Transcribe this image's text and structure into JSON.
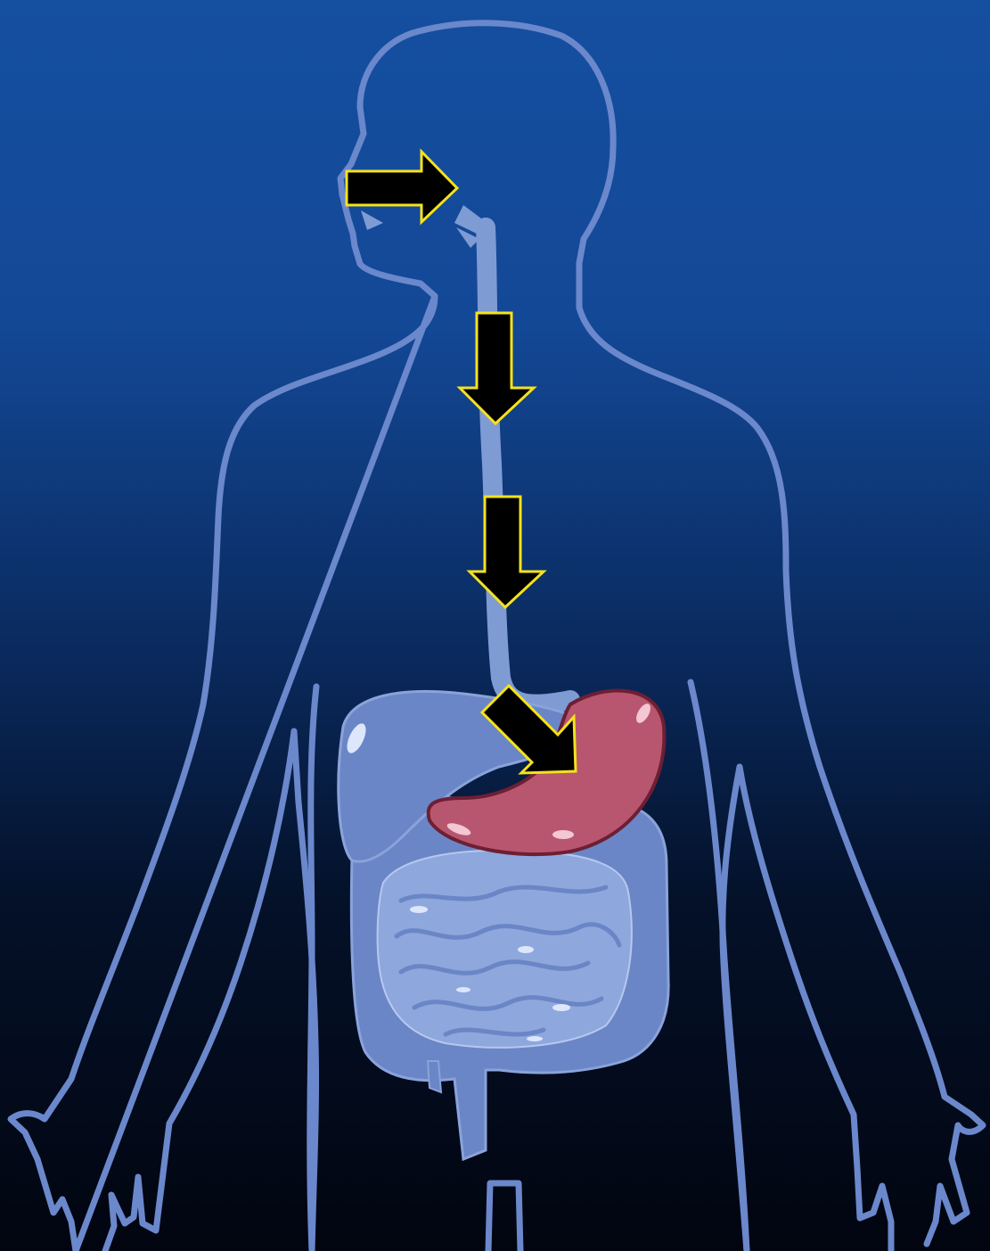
{
  "colors": {
    "background_top": "#154fa0",
    "background_upper": "#134896",
    "background_mid": "#0a2a5e",
    "background_bottom": "#020510",
    "body_outline": "#6b88cc",
    "esophagus": "#7f9bd4",
    "organ_fill": "#6a86c6",
    "intestine_fill": "#8ea7dd",
    "stomach_fill": "#b85670",
    "stomach_outline": "#6d1f33",
    "arrow_fill": "#000000",
    "arrow_stroke": "#f5e21c"
  },
  "icons": [
    "human-body-silhouette",
    "esophagus",
    "liver",
    "stomach",
    "small-intestine",
    "large-intestine",
    "rectum",
    "arrow-right-icon",
    "arrow-down-icon",
    "arrow-diagonal-icon"
  ]
}
